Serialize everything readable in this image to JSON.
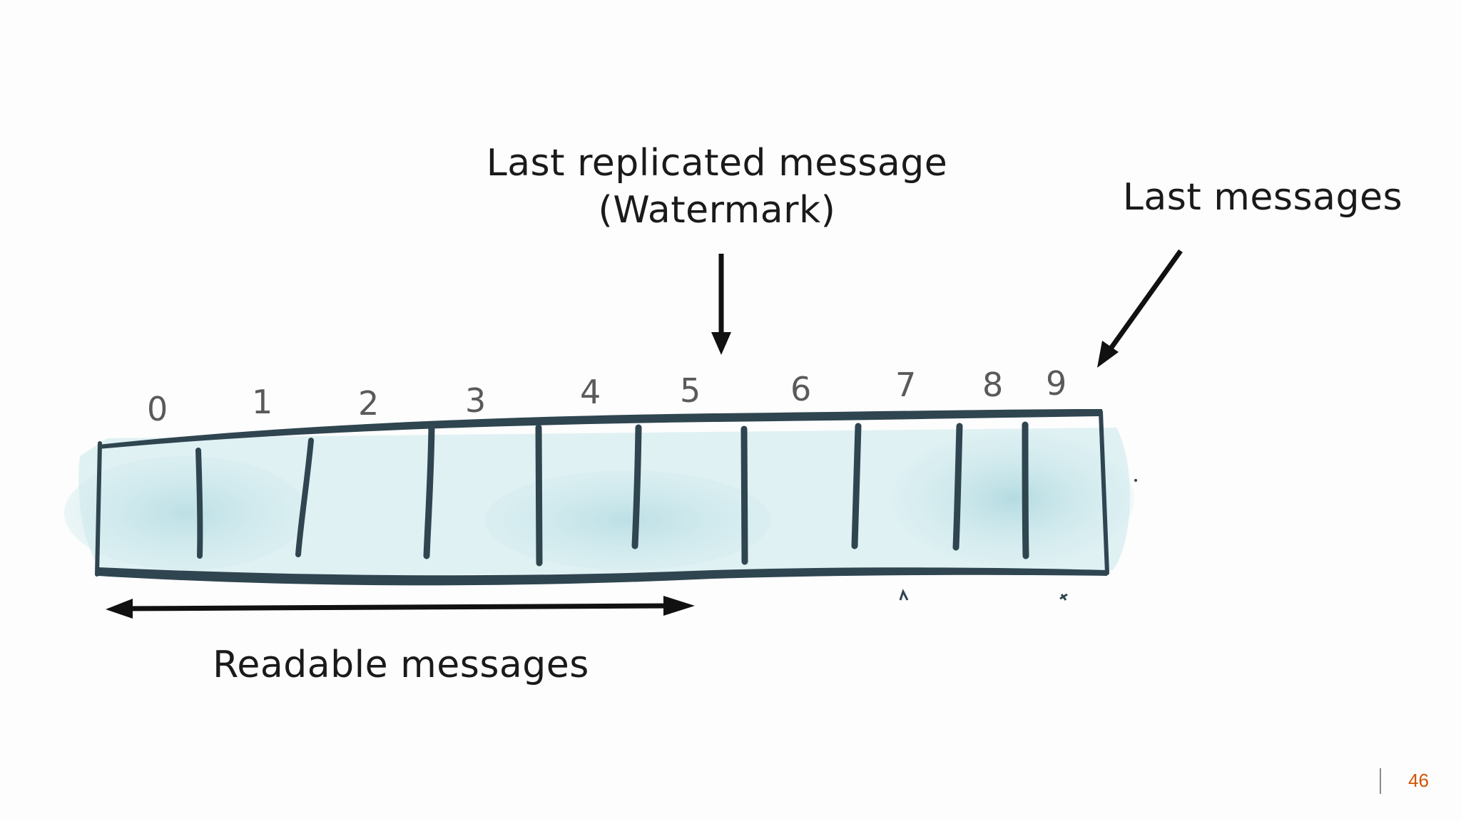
{
  "diagram": {
    "labels": {
      "watermark_line1": "Last replicated message",
      "watermark_line2": "(Watermark)",
      "last_messages": "Last messages",
      "readable_messages": "Readable messages"
    },
    "offsets": [
      "0",
      "1",
      "2",
      "3",
      "4",
      "5",
      "6",
      "7",
      "8",
      "9"
    ],
    "colors": {
      "log_fill": "#cfe8ec",
      "log_outline": "#2f4550",
      "arrow": "#111111",
      "index_text": "#5a5a5a"
    }
  },
  "slide": {
    "page_number": "46"
  }
}
